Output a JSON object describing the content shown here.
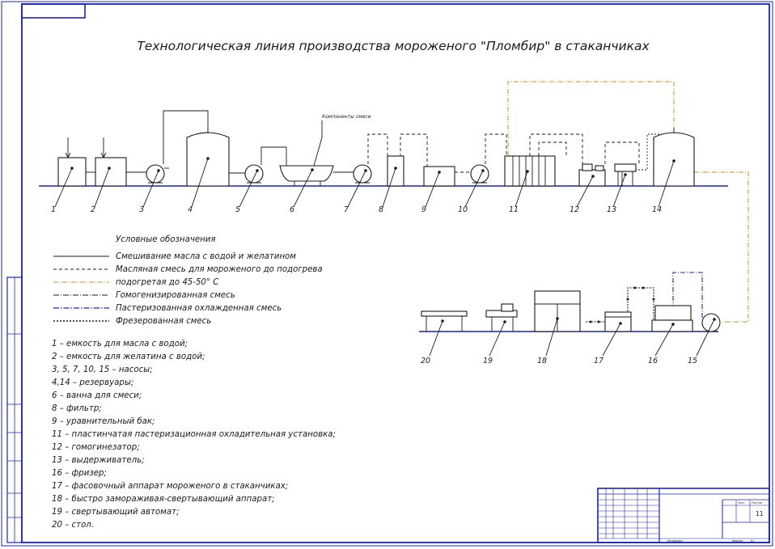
{
  "title": "Технологическая линия производства мороженого \"Пломбир\" в стаканчиках",
  "component_label": "Компоненты смеси",
  "legend": {
    "heading": "Условные обозначения",
    "items": [
      {
        "text": "Смешивание масла с водой и желатином",
        "style": "solid",
        "color": "#1a1a1a"
      },
      {
        "text": "Масляная смесь для мороженого до подогрева",
        "style": "dashed",
        "color": "#1a1a1a"
      },
      {
        "text": "подогретая до 45-50° С",
        "style": "dash-dot-orange",
        "color": "#c8901e"
      },
      {
        "text": "Гомогенизированная смесь",
        "style": "dash-dot",
        "color": "#1a1a1a"
      },
      {
        "text": "Пастеризованная охлажденная смесь",
        "style": "dash-dot-blue",
        "color": "#1a25b8"
      },
      {
        "text": "Фрезерованная смесь",
        "style": "dotted-bold",
        "color": "#1a1a1a"
      }
    ]
  },
  "parts": [
    "1 – емкость для масла с водой;",
    "2 – емкость для желатина с водой;",
    "3, 5, 7, 10, 15 – насосы;",
    "4,14 – резервуары;",
    "6 – ванна для смеси;",
    "8 – фильтр;",
    "9 – уравнительный бак;",
    "11 – пластинчатая пастеризационная охладительная установка;",
    "12 – гомогинезатор;",
    "13 – выдерживатель;",
    "16 – фризер;",
    "17 – фасовочный аппарат мороженого в стаканчиках;",
    "18 – быстро замораживая-свертывающий аппарат;",
    "19 – свертывающий автомат;",
    "20 – стол."
  ],
  "top_labels": [
    "1",
    "2",
    "3",
    "4",
    "5",
    "6",
    "7",
    "8",
    "9",
    "10",
    "11",
    "12",
    "13",
    "14"
  ],
  "bottom_labels": [
    "20",
    "19",
    "18",
    "17",
    "16",
    "15"
  ],
  "title_block": {
    "sheet_number": "11",
    "sheet_label": "Лист",
    "sheets_label": "Листов",
    "format_label": "Формат",
    "format_value": "А1",
    "copied_label": "Копировал"
  },
  "colors": {
    "frame": "#1a25b8",
    "ink": "#1a1a1a",
    "heated": "#c8901e",
    "pasteurized": "#1a25b8"
  }
}
